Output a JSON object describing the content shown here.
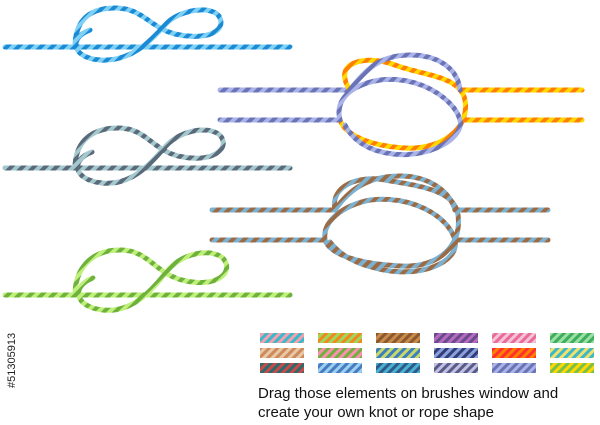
{
  "caption": {
    "line1": "Drag those elements on brushes window and",
    "line2": "create your own knot or rope shape"
  },
  "stock_id": "#51305913",
  "palette": {
    "blue": [
      "#1a8ad4",
      "#7fd0f5"
    ],
    "orange": [
      "#ff7f00",
      "#ffd800"
    ],
    "purple": [
      "#6a73b5",
      "#aab3e8"
    ],
    "slate": [
      "#5a6a7a",
      "#a4c9cd"
    ],
    "brown": [
      "#9b6b45",
      "#7bb1d1"
    ],
    "lime": [
      "#6fb13d",
      "#bff07a"
    ]
  },
  "knots": [
    {
      "name": "figure-eight-knot-blue",
      "style": "blue"
    },
    {
      "name": "reef-knot-orange-purple",
      "styles": [
        "orange",
        "purple"
      ]
    },
    {
      "name": "figure-eight-knot-slate",
      "style": "slate"
    },
    {
      "name": "reef-knot-brown",
      "style": "brown"
    },
    {
      "name": "figure-eight-knot-lime",
      "style": "lime"
    }
  ],
  "swatches": [
    [
      "#3cb9c9",
      "#f5a0b0"
    ],
    [
      "#f08a1e",
      "#9ed760"
    ],
    [
      "#8a5a2e",
      "#c98a4a"
    ],
    [
      "#6b4a8a",
      "#b46cc0"
    ],
    [
      "#e86a9a",
      "#f5c3d3"
    ],
    [
      "#3fae5a",
      "#9be0a8"
    ],
    [
      "#cf8a5a",
      "#e8c8a8"
    ],
    [
      "#6fb13d",
      "#ff8fb0"
    ],
    [
      "#3c7fc0",
      "#c9d86a"
    ],
    [
      "#333c7a",
      "#8aa0d8"
    ],
    [
      "#ff7f00",
      "#ff3030"
    ],
    [
      "#3cb9c9",
      "#f5e06a"
    ],
    [
      "#2e6a6a",
      "#c94a4a"
    ],
    [
      "#4a7ac0",
      "#9ad0f0"
    ],
    [
      "#2e5a8a",
      "#4ab0d0"
    ],
    [
      "#5a5a8a",
      "#c0c0e0"
    ],
    [
      "#6a73b5",
      "#aab3e8"
    ],
    [
      "#7bc04a",
      "#ffd800"
    ]
  ]
}
